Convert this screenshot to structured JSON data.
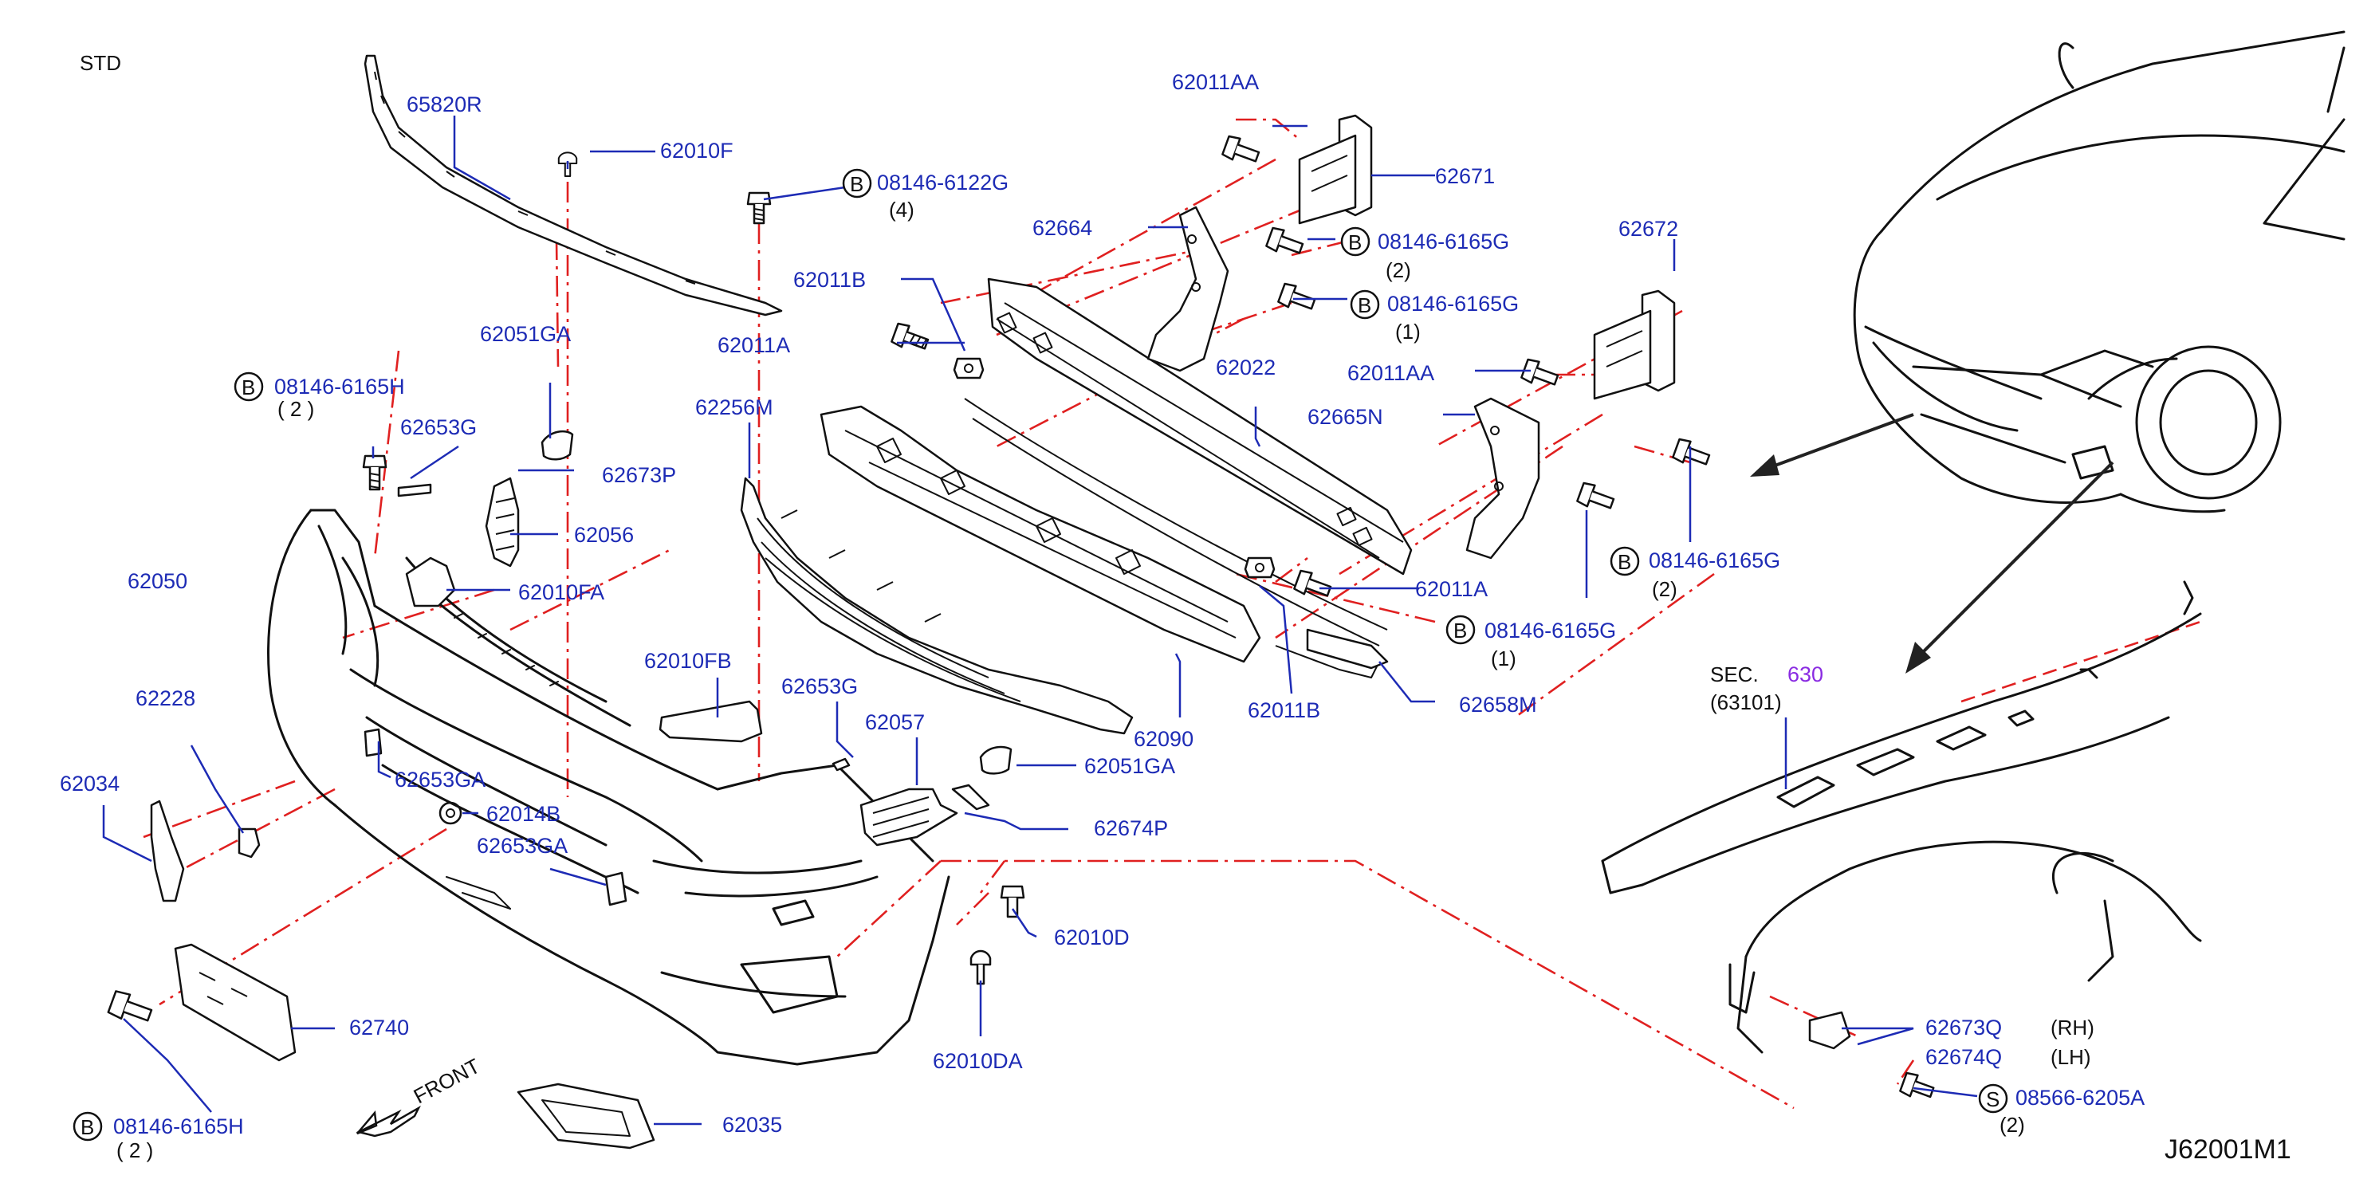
{
  "diagram_title": "STD",
  "drawing_code": "J62001M1",
  "front_label": "FRONT",
  "section_ref": {
    "prefix": "SEC.",
    "number": "630",
    "sub": "(63101)"
  },
  "markers": {
    "b": "B",
    "s": "S"
  },
  "labels": {
    "p65820R": "65820R",
    "p62010F": "62010F",
    "b08146_6122G": "08146-6122G",
    "q4": "(4)",
    "p62011AA_top": "62011AA",
    "p62671": "62671",
    "p62664": "62664",
    "b08146_6165G_a": "08146-6165G",
    "q2_a": "(2)",
    "b08146_6165G_b": "08146-6165G",
    "q1_b": "(1)",
    "p62672": "62672",
    "p62011B_top": "62011B",
    "p62011A_top": "62011A",
    "p62022": "62022",
    "p62011AA_mid": "62011AA",
    "p62665N": "62665N",
    "b08146_6165G_c": "08146-6165G",
    "q2_c": "(2)",
    "p62011A_mid": "62011A",
    "b08146_6165G_d": "08146-6165G",
    "q1_d": "(1)",
    "b08146_6165H_top": "08146-6165H",
    "q2_top": "(  2  )",
    "p62051GA_top": "62051GA",
    "p62653G_left": "62653G",
    "p62673P": "62673P",
    "p62056": "62056",
    "p62256M": "62256M",
    "p62050": "62050",
    "p62010FA": "62010FA",
    "p62010FB": "62010FB",
    "p62653G_mid": "62653G",
    "p62057": "62057",
    "p62051GA_bot": "62051GA",
    "p62090": "62090",
    "p62011B_bot": "62011B",
    "p62658M": "62658M",
    "p62228": "62228",
    "p62034": "62034",
    "p62653GA_a": "62653GA",
    "p62014B": "62014B",
    "p62653GA_b": "62653GA",
    "p62674P": "62674P",
    "p62010D": "62010D",
    "p62740": "62740",
    "p62010DA": "62010DA",
    "b08146_6165H_bot": "08146-6165H",
    "q2_bot": "(  2  )",
    "p62035": "62035",
    "p62673Q": "62673Q",
    "rh": "(RH)",
    "p62674Q": "62674Q",
    "lh": "(LH)",
    "s08566_6205A": "08566-6205A",
    "q2_s": "(2)"
  },
  "colors": {
    "callout": "#1d2bb5",
    "dashed_line": "#e02020",
    "section_link": "#8a2be2"
  }
}
